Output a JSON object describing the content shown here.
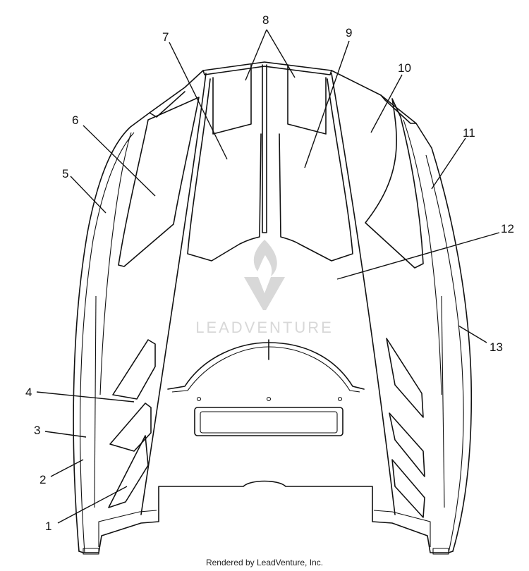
{
  "callouts": [
    "1",
    "2",
    "3",
    "4",
    "5",
    "6",
    "7",
    "8",
    "9",
    "10",
    "11",
    "12",
    "13"
  ],
  "watermark": {
    "text": "LEADVENTURE"
  },
  "footer": {
    "text": "Rendered by LeadVenture, Inc."
  }
}
